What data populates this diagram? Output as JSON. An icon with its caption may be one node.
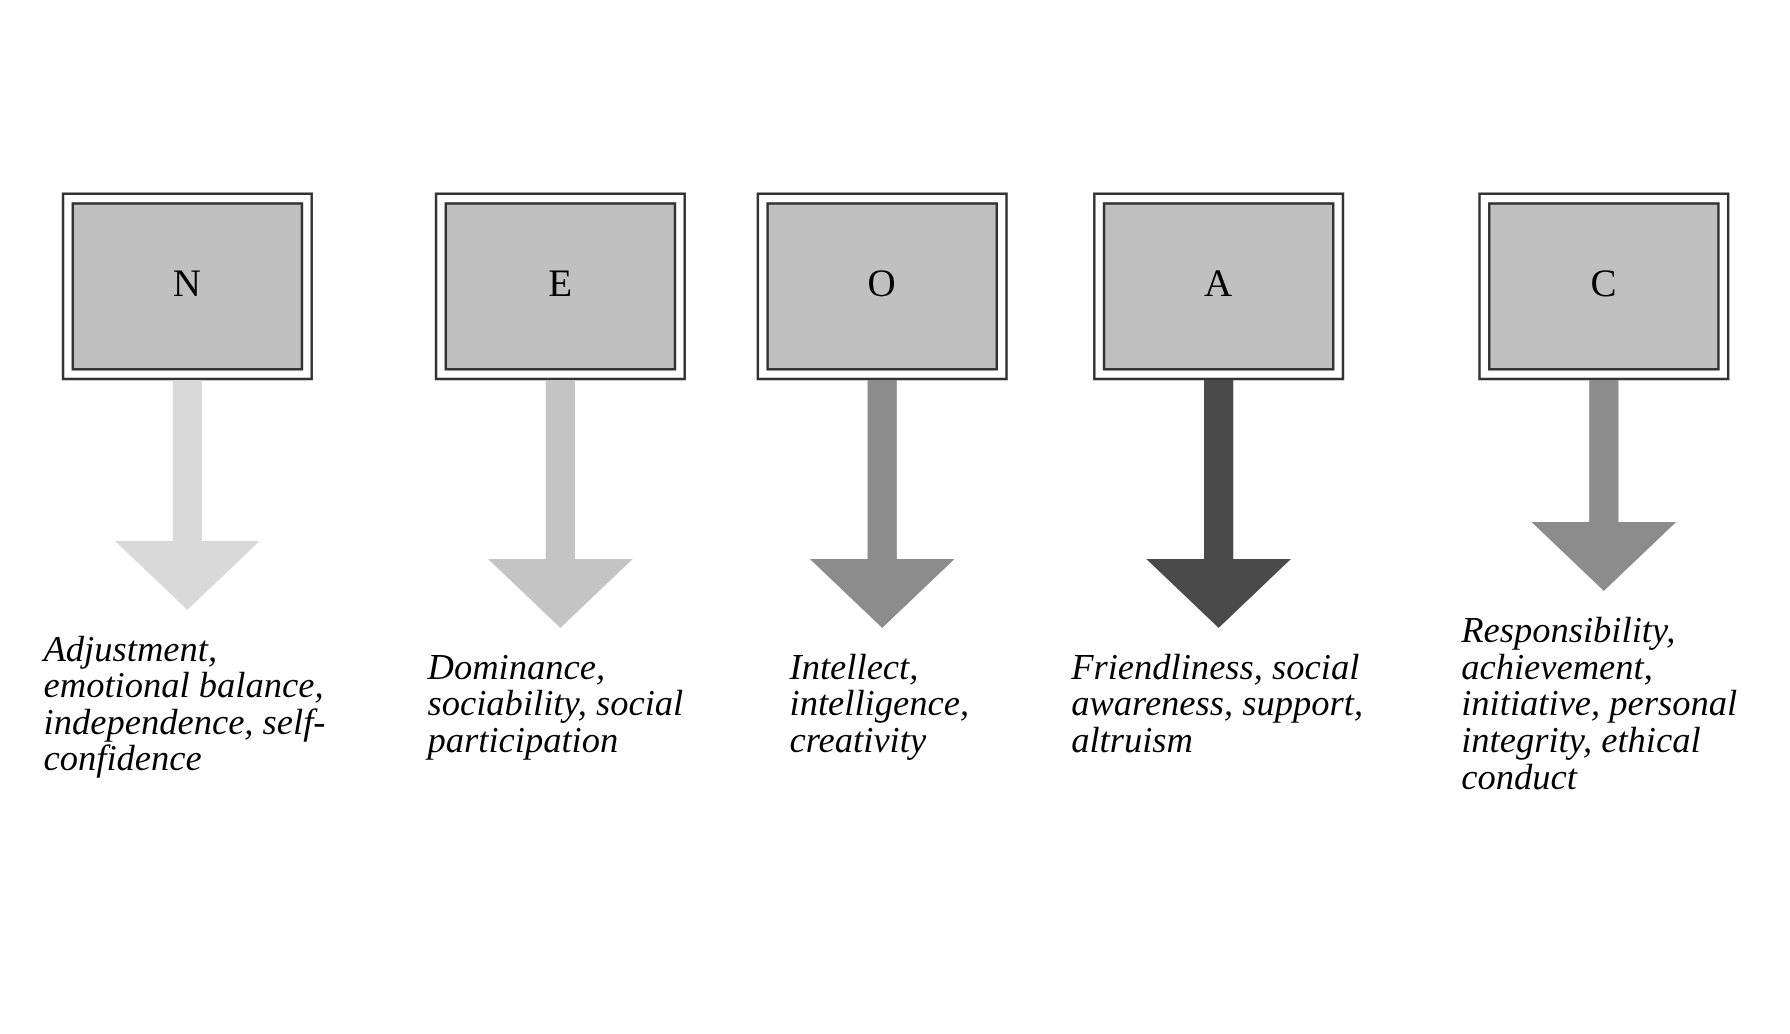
{
  "diagram": {
    "nodes": [
      {
        "text": [
          "N"
        ]
      },
      {
        "text": [
          "E"
        ]
      },
      {
        "text": [
          "O"
        ]
      },
      {
        "text": [
          "A"
        ]
      },
      {
        "text": [
          "C"
        ]
      },
      {
        "text": [
          "Adjustment, emotional balance, independence, self-confidence"
        ]
      },
      {
        "text": [
          "Dominance, sociability, social participation"
        ]
      },
      {
        "text": [
          "Intellect, intelligence, creativity"
        ]
      },
      {
        "text": [
          "Friendliness, social awareness, support, altruism"
        ]
      },
      {
        "text": [
          "Responsibility, achievement, initiative, personal integrity, ethical conduct"
        ]
      }
    ],
    "edges": [
      {
        "from": 0,
        "to": 5,
        "arrow": "to",
        "color": "#d9d9d9"
      },
      {
        "from": 1,
        "to": 6,
        "arrow": "to",
        "color": "#c4c4c4"
      },
      {
        "from": 2,
        "to": 7,
        "arrow": "to",
        "color": "#8c8c8c"
      },
      {
        "from": 3,
        "to": 8,
        "arrow": "to",
        "color": "#4a4a4a"
      },
      {
        "from": 4,
        "to": 9,
        "arrow": "to",
        "color": "#8c8c8c"
      }
    ]
  }
}
